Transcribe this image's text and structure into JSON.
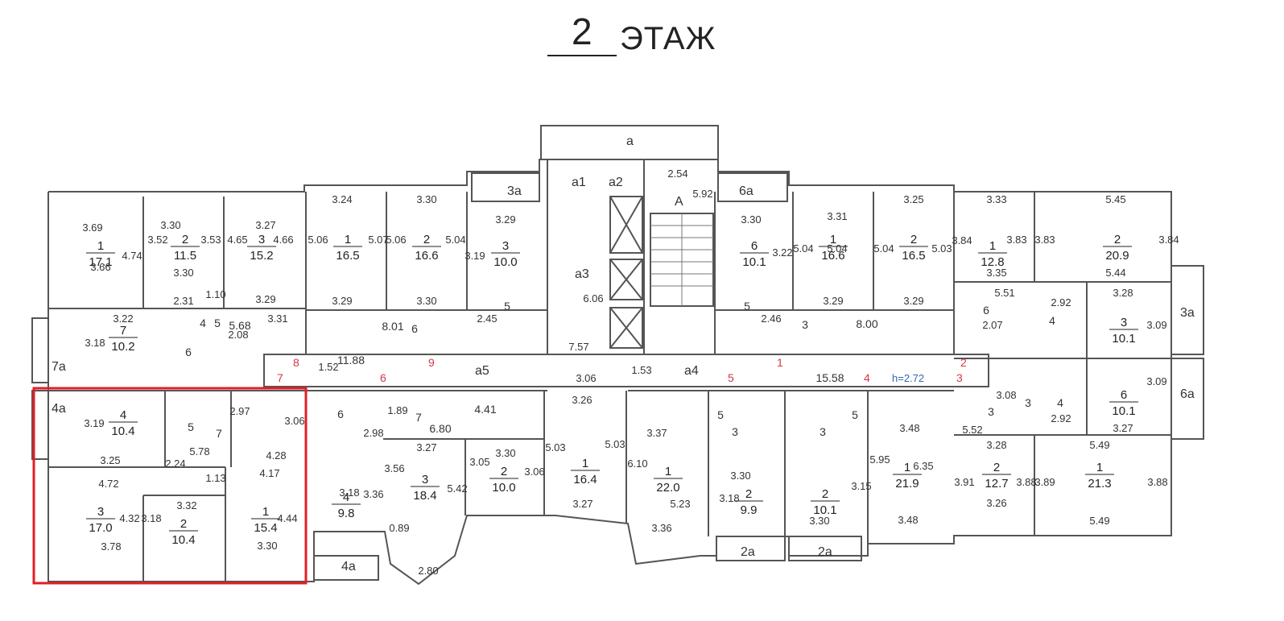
{
  "title": {
    "number": "2",
    "word": "ЭТАЖ"
  },
  "colors": {
    "wall": "#555555",
    "highlight": "#e01f26",
    "corridor_numbers": "#d2384a",
    "height_label": "#2f6db0"
  },
  "height_label": "h=2.72",
  "zones": {
    "a": "a",
    "a1": "a1",
    "a2": "a2",
    "a3": "a3",
    "a4": "a4",
    "a5": "a5",
    "A": "A",
    "3a_top": "3a",
    "6a_top": "6a",
    "7a": "7a",
    "4a_left": "4a",
    "4a_bottom": "4a",
    "3a_right": "3a",
    "6a_right": "6a",
    "2a_1": "2a",
    "2a_2": "2a"
  },
  "corridor_numbers": [
    "8",
    "9",
    "7",
    "6",
    "1",
    "2",
    "5",
    "4",
    "3"
  ],
  "rooms": [
    {
      "num": "1",
      "area": "17.1"
    },
    {
      "num": "2",
      "area": "11.5"
    },
    {
      "num": "3",
      "area": "15.2"
    },
    {
      "num": "7",
      "area": "10.2"
    },
    {
      "num": "1",
      "area": "16.5"
    },
    {
      "num": "2",
      "area": "16.6"
    },
    {
      "num": "3",
      "area": "10.0"
    },
    {
      "num": "6",
      "area": "10.1"
    },
    {
      "num": "1",
      "area": "16.6"
    },
    {
      "num": "2",
      "area": "16.5"
    },
    {
      "num": "1",
      "area": "12.8"
    },
    {
      "num": "2",
      "area": "20.9"
    },
    {
      "num": "3",
      "area": "10.1"
    },
    {
      "num": "6",
      "area": "10.1"
    },
    {
      "num": "4",
      "area": "10.4"
    },
    {
      "num": "3",
      "area": "17.0"
    },
    {
      "num": "2",
      "area": "10.4"
    },
    {
      "num": "1",
      "area": "15.4"
    },
    {
      "num": "4",
      "area": "9.8"
    },
    {
      "num": "3",
      "area": "18.4"
    },
    {
      "num": "2",
      "area": "10.0"
    },
    {
      "num": "1",
      "area": "16.4"
    },
    {
      "num": "1",
      "area": "22.0"
    },
    {
      "num": "2",
      "area": "9.9"
    },
    {
      "num": "2",
      "area": "10.1"
    },
    {
      "num": "1",
      "area": "21.9"
    },
    {
      "num": "2",
      "area": "12.7"
    },
    {
      "num": "1",
      "area": "21.3"
    }
  ],
  "room_labels": [
    "4",
    "5",
    "6",
    "7",
    "8.01",
    "6",
    "11.88",
    "5.68",
    "3",
    "8.00",
    "15.58",
    "6",
    "3",
    "5",
    "5",
    "3",
    "3",
    "4",
    "4",
    "5",
    "5",
    "6",
    "5",
    "7",
    "3",
    "6.80",
    "4.41"
  ],
  "dimensions": [
    "3.69",
    "3.66",
    "4.74",
    "3.30",
    "3.52",
    "3.53",
    "3.30",
    "3.27",
    "4.65",
    "4.66",
    "3.29",
    "3.31",
    "3.22",
    "3.18",
    "2.31",
    "1.10",
    "2.08",
    "3.24",
    "5.06",
    "5.07",
    "3.29",
    "3.30",
    "5.06",
    "5.04",
    "3.30",
    "3.29",
    "3.19",
    "2.45",
    "2.54",
    "5.92",
    "6.06",
    "7.57",
    "3.06",
    "1.53",
    "1.52",
    "3.30",
    "3.22",
    "2.46",
    "3.31",
    "5.04",
    "5.04",
    "3.29",
    "3.25",
    "5.04",
    "5.03",
    "3.29",
    "3.33",
    "3.84",
    "3.83",
    "3.35",
    "5.45",
    "3.83",
    "3.84",
    "5.44",
    "5.51",
    "2.92",
    "3.28",
    "2.07",
    "3.09",
    "3.08",
    "2.92",
    "3.27",
    "3.09",
    "5.52",
    "3.28",
    "3.91",
    "3.26",
    "3.88",
    "3.89",
    "3.88",
    "5.49",
    "5.49",
    "3.19",
    "3.25",
    "2.97",
    "3.06",
    "5.78",
    "4.28",
    "4.17",
    "2.24",
    "1.13",
    "4.72",
    "3.32",
    "4.32",
    "3.78",
    "3.18",
    "4.44",
    "3.30",
    "1.89",
    "3.27",
    "2.98",
    "3.18",
    "3.36",
    "3.56",
    "0.89",
    "2.80",
    "5.42",
    "3.05",
    "3.06",
    "3.30",
    "5.03",
    "5.03",
    "3.26",
    "3.27",
    "3.37",
    "6.10",
    "5.23",
    "3.36",
    "3.30",
    "3.18",
    "3.15",
    "5.95",
    "6.35",
    "3.48",
    "3.48",
    "3.30"
  ]
}
